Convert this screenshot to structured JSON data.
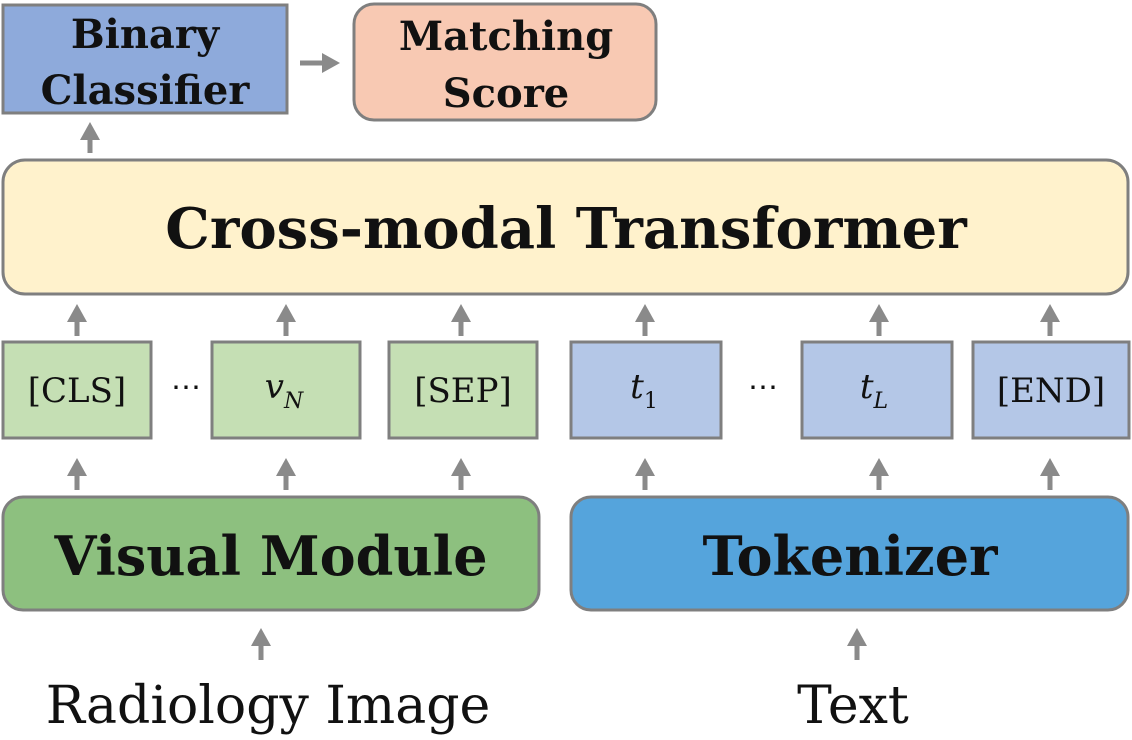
{
  "outputs": {
    "classifier": "Binary Classifier",
    "classifier_line1": "Binary",
    "classifier_line2": "Classifier",
    "score": "Matching Score",
    "score_line1": "Matching",
    "score_line2": "Score"
  },
  "transformer": "Cross-modal Transformer",
  "tokens": {
    "cls": "[CLS]",
    "ellipsis_visual": "⋯",
    "v_base": "v",
    "v_sub": "N",
    "sep": "[SEP]",
    "t1_base": "t",
    "t1_sub": "1",
    "ellipsis_text": "⋯",
    "tl_base": "t",
    "tl_sub": "L",
    "end": "[END]"
  },
  "modules": {
    "visual": "Visual Module",
    "tokenizer": "Tokenizer"
  },
  "inputs": {
    "image": "Radiology Image",
    "text": "Text"
  },
  "colors": {
    "classifier_fill": "#8eaadb",
    "score_fill": "#f8c9b3",
    "transformer_fill": "#fff2cc",
    "visual_token_fill": "#c5dfb4",
    "text_token_fill": "#b4c7e7",
    "visual_module_fill": "#8dc07f",
    "tokenizer_fill": "#55a4dc",
    "border": "#7f7f7f",
    "arrow": "#8a8a8a"
  }
}
